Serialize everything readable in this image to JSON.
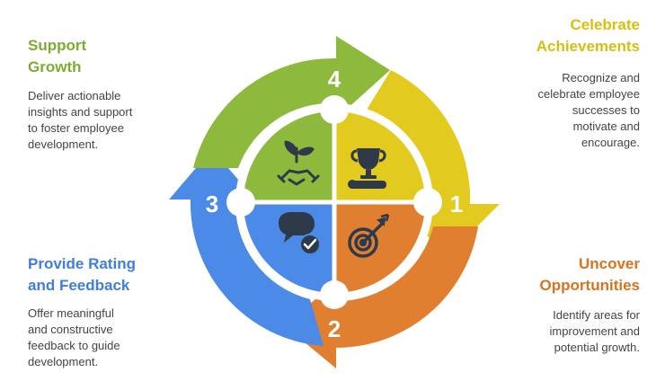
{
  "steps": [
    {
      "number": "1",
      "title": "Celebrate\nAchievements",
      "description": "Recognize and\ncelebrate employee\nsuccesses to\nmotivate and\nencourage.",
      "color": "#E2CA1E",
      "icon": "trophy-icon"
    },
    {
      "number": "2",
      "title": "Uncover\nOpportunities",
      "description": "Identify areas for\nimprovement and\npotential growth.",
      "color": "#E07F2F",
      "icon": "target-icon"
    },
    {
      "number": "3",
      "title": "Provide Rating\nand Feedback",
      "description": "Offer meaningful\nand constructive\nfeedback to guide\ndevelopment.",
      "color": "#4C8AE8",
      "icon": "feedback-chat-icon"
    },
    {
      "number": "4",
      "title": "Support\nGrowth",
      "description": "Deliver actionable\ninsights and support\nto foster employee\ndevelopment.",
      "color": "#8DBA3C",
      "icon": "growth-handshake-icon"
    }
  ],
  "colors": {
    "title_yellow": "#D9BE10",
    "title_orange": "#D9731E",
    "title_blue": "#3F7EE0",
    "title_green": "#7BAE2E",
    "icon_dark": "#2E3A4A"
  }
}
